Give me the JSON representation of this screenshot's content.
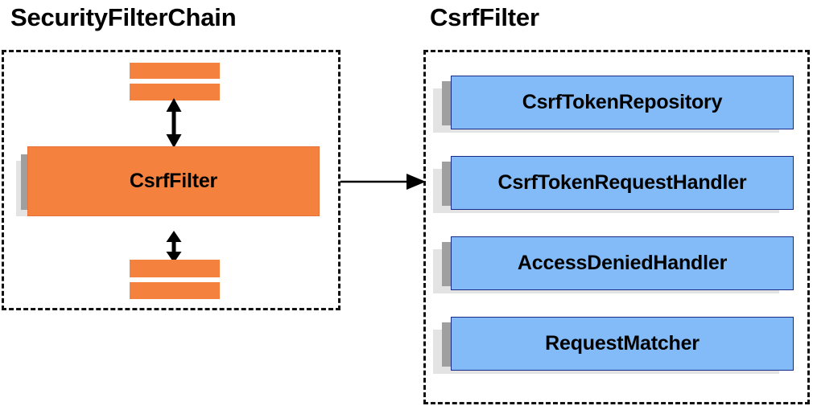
{
  "diagram": {
    "title_left": "SecurityFilterChain",
    "title_right": "CsrfFilter",
    "colors": {
      "orange_fill": "#f5813f",
      "blue_fill": "#82bbf7",
      "blue_border": "#182a87",
      "shadow_mid": "#9f9f9f",
      "shadow_back": "#e3e3e3",
      "dashed_border": "#111111",
      "arrow": "#000000"
    }
  },
  "left_panel": {
    "main_component": {
      "label": "CsrfFilter"
    },
    "filters_above": [
      {
        "label": ""
      },
      {
        "label": ""
      }
    ],
    "filters_below": [
      {
        "label": ""
      },
      {
        "label": ""
      }
    ],
    "arrows": [
      {
        "name": "arrow-up-down-top",
        "direction": "bidirectional-vertical"
      },
      {
        "name": "arrow-up-down-bottom",
        "direction": "bidirectional-vertical"
      }
    ]
  },
  "connector": {
    "name": "arrow-left-to-right",
    "direction": "right"
  },
  "right_panel": {
    "collaborators": [
      {
        "label": "CsrfTokenRepository"
      },
      {
        "label": "CsrfTokenRequestHandler"
      },
      {
        "label": "AccessDeniedHandler"
      },
      {
        "label": "RequestMatcher"
      }
    ]
  }
}
